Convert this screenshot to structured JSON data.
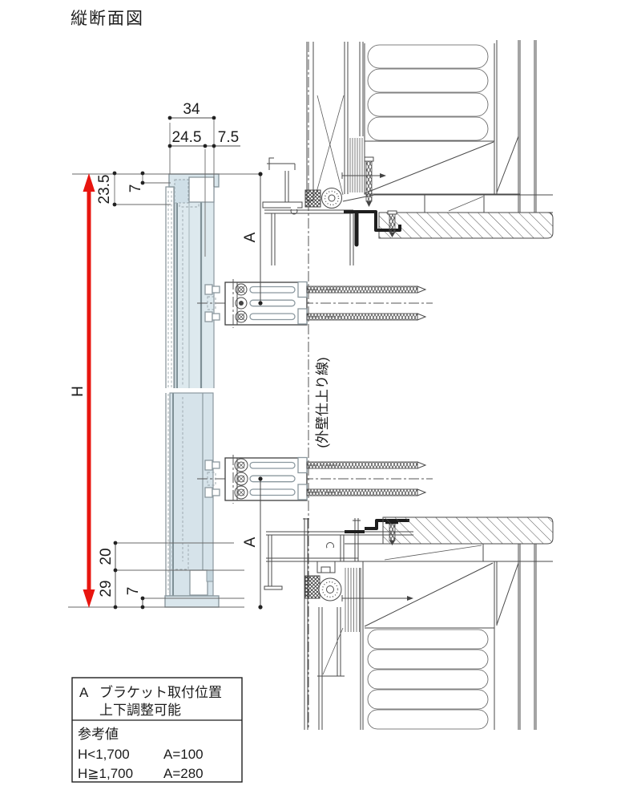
{
  "title": "縦断面図",
  "colors": {
    "accent_red": "#e8150f",
    "profile_fill": "#d9e6ec",
    "line": "#4a4a4a"
  },
  "dims": {
    "overall_width": "34",
    "width_main": "24.5",
    "width_sub": "7.5",
    "top_inset": "23.5",
    "top_small": "7",
    "height": "H",
    "a_top": "A",
    "a_bottom": "A",
    "bottom_upper": "20",
    "bottom_lower": "29",
    "bottom_small": "7"
  },
  "labels": {
    "wall_finish_line": "(外壁仕上り線)"
  },
  "legend": {
    "key": "A",
    "line1": "ブラケット取付位置",
    "line2": "上下調整可能",
    "note_title": "参考値",
    "rows": [
      {
        "condition": "H<1,700",
        "value": "A=100"
      },
      {
        "condition": "H≧1,700",
        "value": "A=280"
      }
    ]
  }
}
